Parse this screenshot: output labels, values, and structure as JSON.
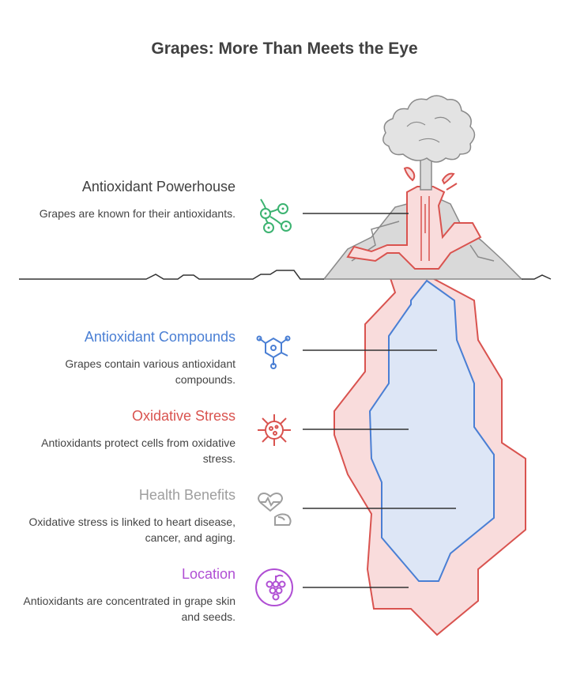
{
  "title": "Grapes: More Than Meets the Eye",
  "colors": {
    "green": "#3cb371",
    "blue": "#4a7fd4",
    "red": "#d9534f",
    "gray": "#9e9e9e",
    "purple": "#b04fd4",
    "outer_fill": "#f9dcdc",
    "inner_fill": "#dde6f6"
  },
  "items": [
    {
      "label": "Antioxidant Powerhouse",
      "description": "Grapes are known for their antioxidants.",
      "icon": "branch-icon",
      "color": "#404040"
    },
    {
      "label": "Antioxidant Compounds",
      "description": "Grapes contain various antioxidant compounds.",
      "icon": "molecule-icon",
      "color": "#4a7fd4"
    },
    {
      "label": "Oxidative Stress",
      "description": "Antioxidants protect cells from oxidative stress.",
      "icon": "cell-icon",
      "color": "#d9534f"
    },
    {
      "label": "Health Benefits",
      "description": "Oxidative stress is linked to heart disease, cancer, and aging.",
      "icon": "heart-arm-icon",
      "color": "#9e9e9e"
    },
    {
      "label": "Location",
      "description": "Antioxidants are concentrated in grape skin and seeds.",
      "icon": "grape-icon",
      "color": "#b04fd4"
    }
  ]
}
